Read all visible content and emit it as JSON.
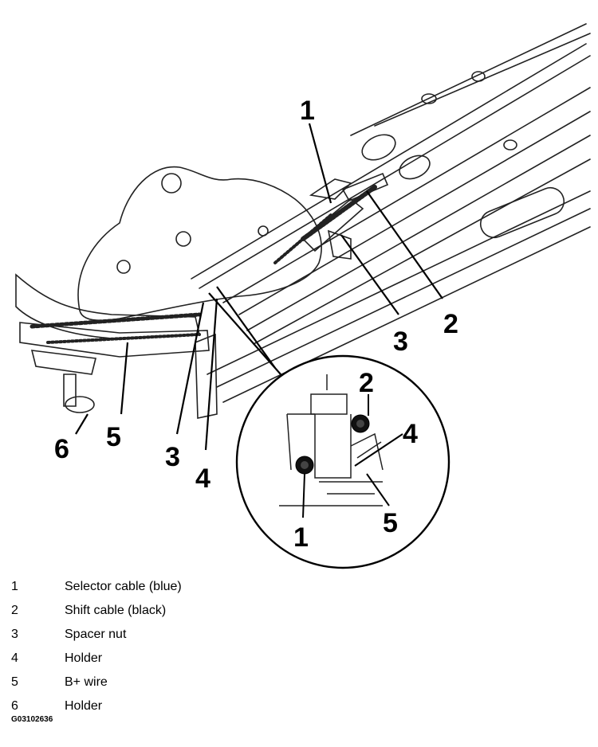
{
  "diagram": {
    "callouts": {
      "main_1": "1",
      "main_2": "2",
      "main_3": "3",
      "main_3b": "3",
      "main_4": "4",
      "main_5": "5",
      "main_6": "6",
      "detail_1": "1",
      "detail_2": "2",
      "detail_4": "4",
      "detail_5": "5"
    }
  },
  "legend": {
    "items": [
      {
        "number": "1",
        "text": "Selector cable (blue)"
      },
      {
        "number": "2",
        "text": "Shift cable (black)"
      },
      {
        "number": "3",
        "text": "Spacer nut"
      },
      {
        "number": "4",
        "text": "Holder"
      },
      {
        "number": "5",
        "text": "B+ wire"
      },
      {
        "number": "6",
        "text": "Holder"
      }
    ]
  },
  "figure_id": "G03102636"
}
